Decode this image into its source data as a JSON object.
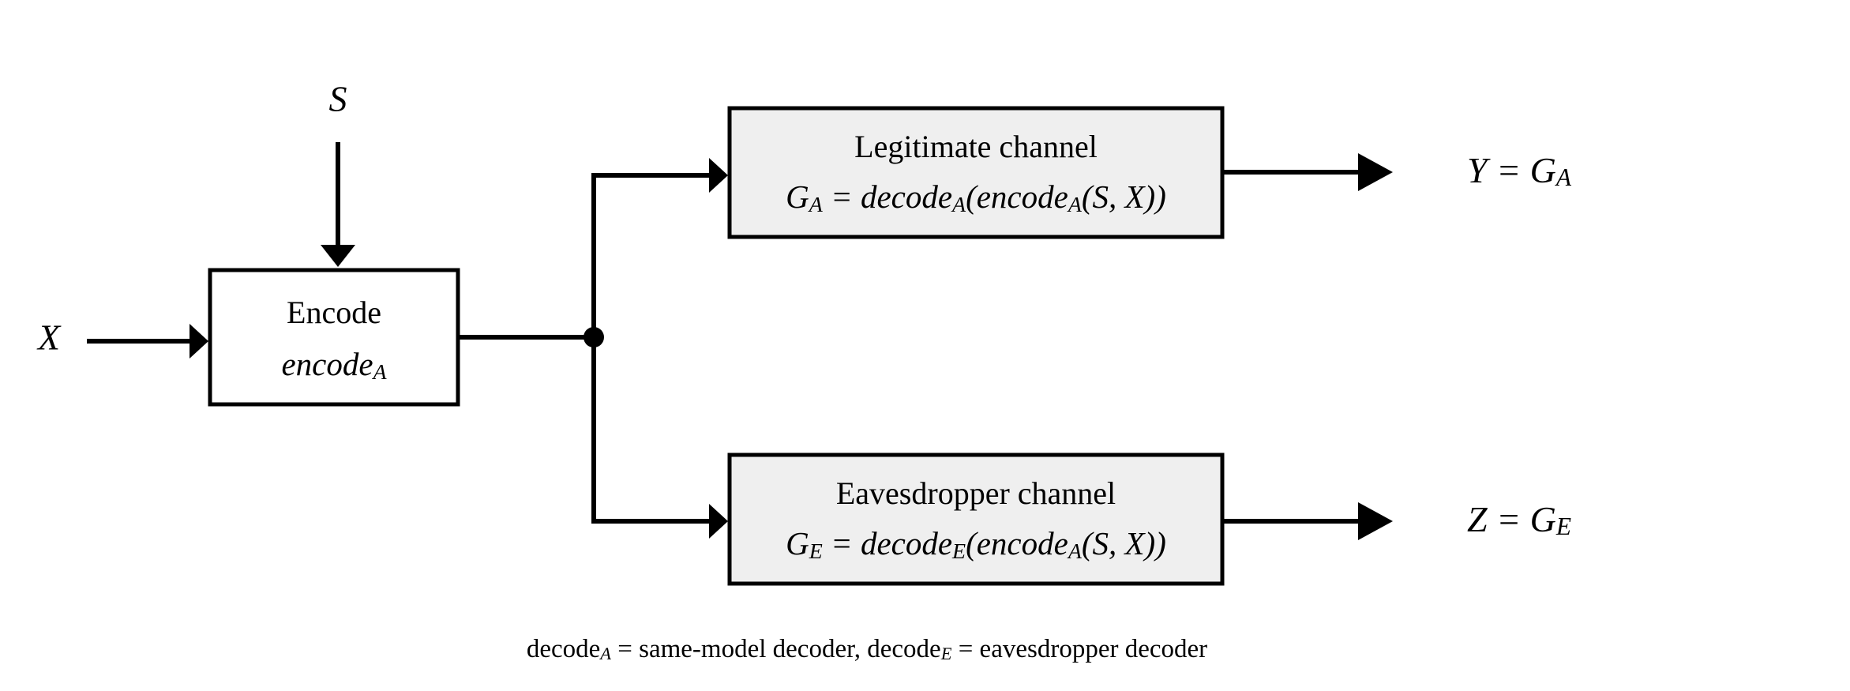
{
  "diagram": {
    "title": "Legitimate vs eavesdropper channel encode/decode diagram",
    "background_color": "#ffffff",
    "line_color": "#000000",
    "box_fill_plain": "#ffffff",
    "box_fill_shaded": "#efefef"
  },
  "inputs": {
    "side_input_label": "X",
    "top_input_label": "S"
  },
  "encode_box": {
    "title": "Encode",
    "formula_base": "encode",
    "formula_subscript": "A"
  },
  "legitimate_box": {
    "title": "Legitimate channel",
    "formula": {
      "lhs_base": "G",
      "lhs_sub": "A",
      "equals": " = ",
      "outer_base": "decode",
      "outer_sub": "A",
      "open_paren": "(",
      "inner_base": "encode",
      "inner_sub": "A",
      "args": "(S, X)",
      "close_paren": ")"
    }
  },
  "eavesdropper_box": {
    "title": "Eavesdropper channel",
    "formula": {
      "lhs_base": "G",
      "lhs_sub": "E",
      "equals": " = ",
      "outer_base": "decode",
      "outer_sub": "E",
      "open_paren": "(",
      "inner_base": "encode",
      "inner_sub": "A",
      "args": "(S, X)",
      "close_paren": ")"
    }
  },
  "outputs": {
    "legitimate": {
      "lhs": "Y",
      "equals": " = ",
      "rhs_base": "G",
      "rhs_sub": "A"
    },
    "eavesdropper": {
      "lhs": "Z",
      "equals": " = ",
      "rhs_base": "G",
      "rhs_sub": "E"
    }
  },
  "caption": {
    "part1_base": "decode",
    "part1_sub": "A",
    "part1_text": " = same-model decoder, ",
    "part2_base": "decode",
    "part2_sub": "E",
    "part2_text": " = eavesdropper decoder"
  }
}
